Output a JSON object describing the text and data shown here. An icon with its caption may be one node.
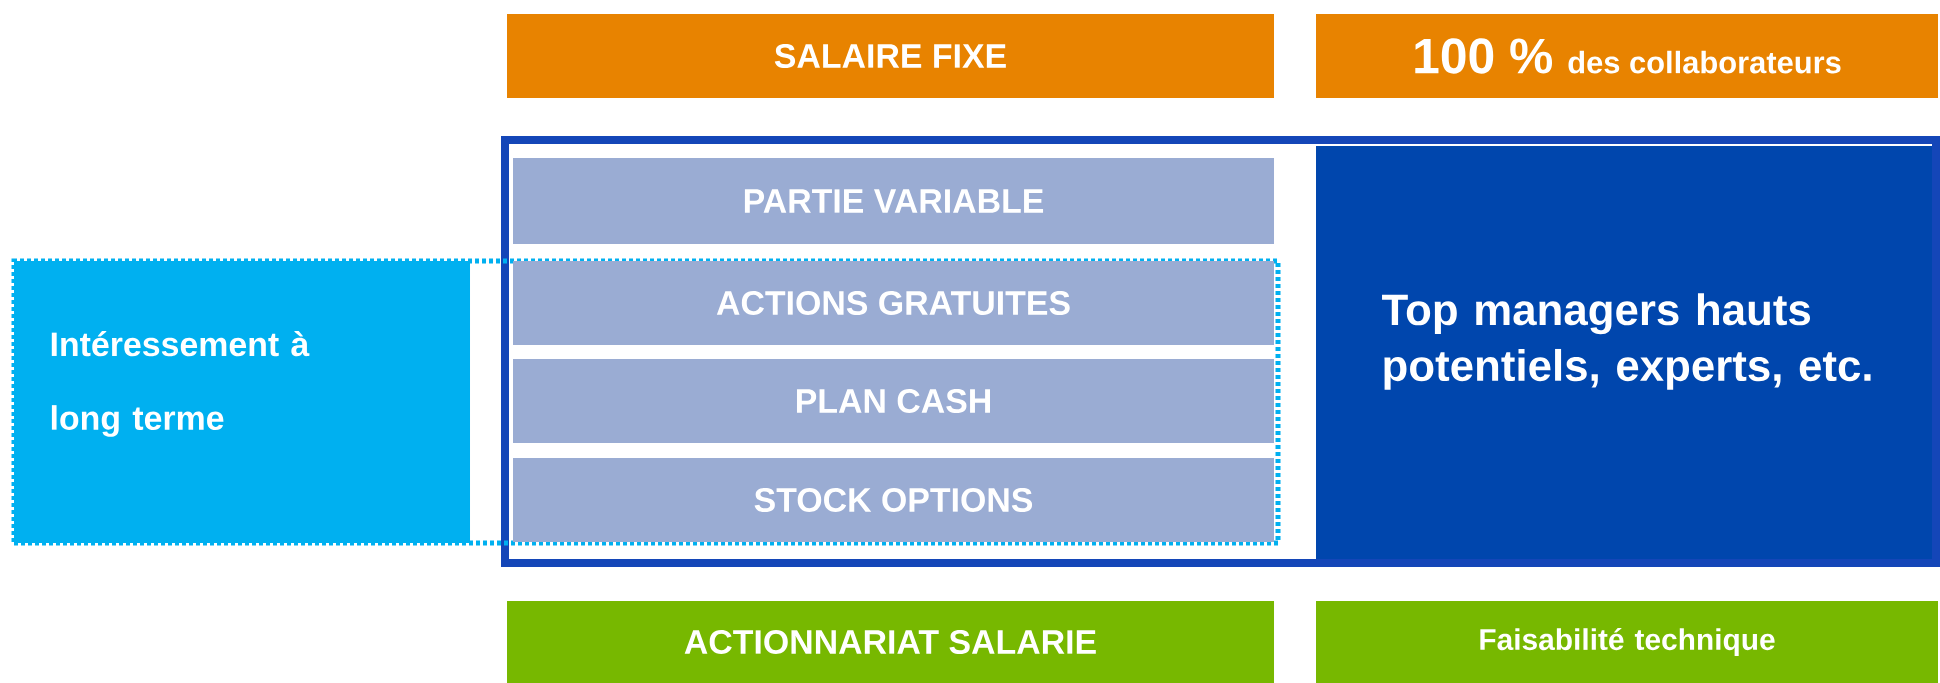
{
  "diagram": {
    "nodes": [
      {
        "text": [
          "SALAIRE FIXE"
        ]
      },
      {
        "text": [
          "100 %",
          "des collaborateurs"
        ]
      },
      {
        "text": [
          "Top managers hauts potentiels, experts, etc."
        ]
      },
      {
        "text": [
          "PARTIE VARIABLE"
        ],
        "in": 2
      },
      {
        "text": [
          "Intéressement à long terme"
        ]
      },
      {
        "text": [
          "ACTIONS GRATUITES"
        ]
      },
      {
        "text": [
          "PLAN CASH"
        ]
      },
      {
        "text": [
          "STOCK OPTIONS"
        ]
      },
      {
        "text": [
          "ACTIONNARIAT SALARIE"
        ]
      },
      {
        "text": [
          "Faisabilité technique"
        ]
      }
    ]
  }
}
